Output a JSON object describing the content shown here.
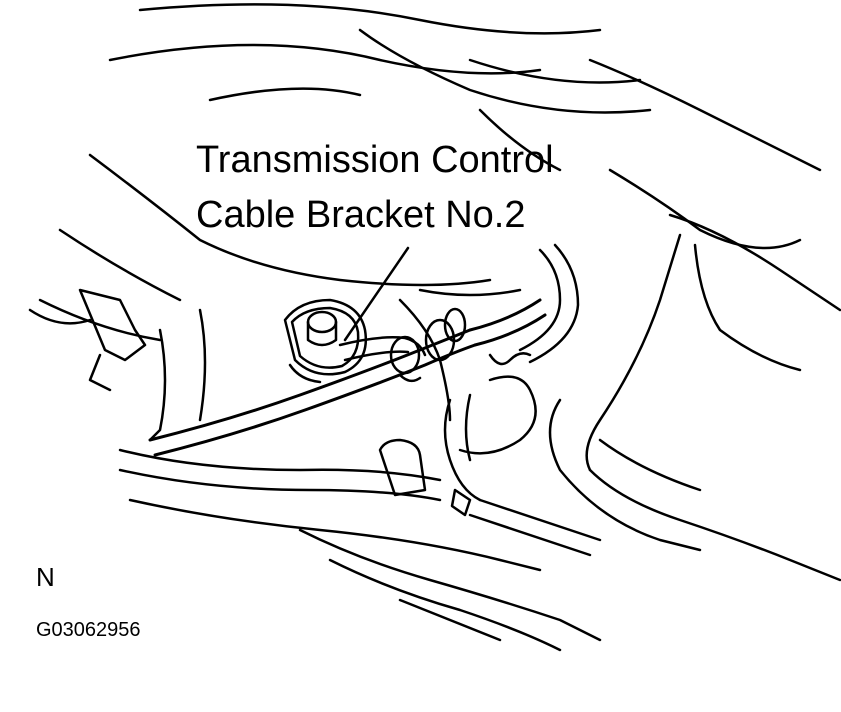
{
  "callout": {
    "line1": "Transmission Control",
    "line2": "Cable Bracket No.2"
  },
  "view_code": "N",
  "figure_id": "G03062956",
  "colors": {
    "ink": "#000000",
    "paper": "#ffffff"
  }
}
